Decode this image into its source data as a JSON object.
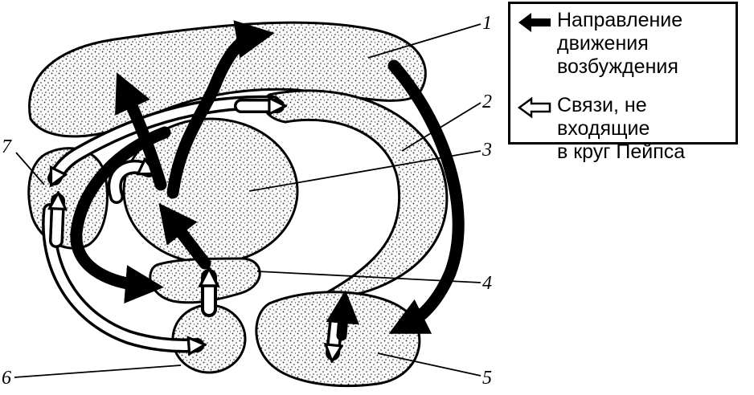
{
  "labels": {
    "n1": "1",
    "n2": "2",
    "n3": "3",
    "n4": "4",
    "n5": "5",
    "n6": "6",
    "n7": "7"
  },
  "legend": {
    "excitation": "Направление\nдвижения\nвозбуждения",
    "other_links": "Связи, не входящие\nв круг Пейпса"
  },
  "icons": {
    "excitation": "solid-black-arrow-left",
    "other_links": "hollow-white-arrow-left"
  }
}
